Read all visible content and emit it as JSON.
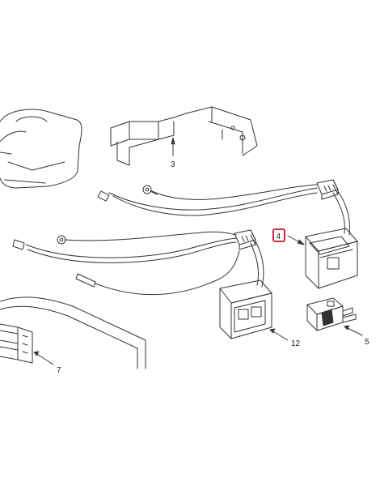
{
  "diagram": {
    "callouts": [
      {
        "id": "part-3",
        "label": "3",
        "highlighted": false
      },
      {
        "id": "part-4",
        "label": "4",
        "highlighted": true
      },
      {
        "id": "part-5",
        "label": "5",
        "highlighted": false
      },
      {
        "id": "part-12",
        "label": "12",
        "highlighted": false
      },
      {
        "id": "part-7",
        "label": "7",
        "highlighted": false
      }
    ],
    "highlight_color": "#c8102e",
    "line_color": "#333333"
  }
}
